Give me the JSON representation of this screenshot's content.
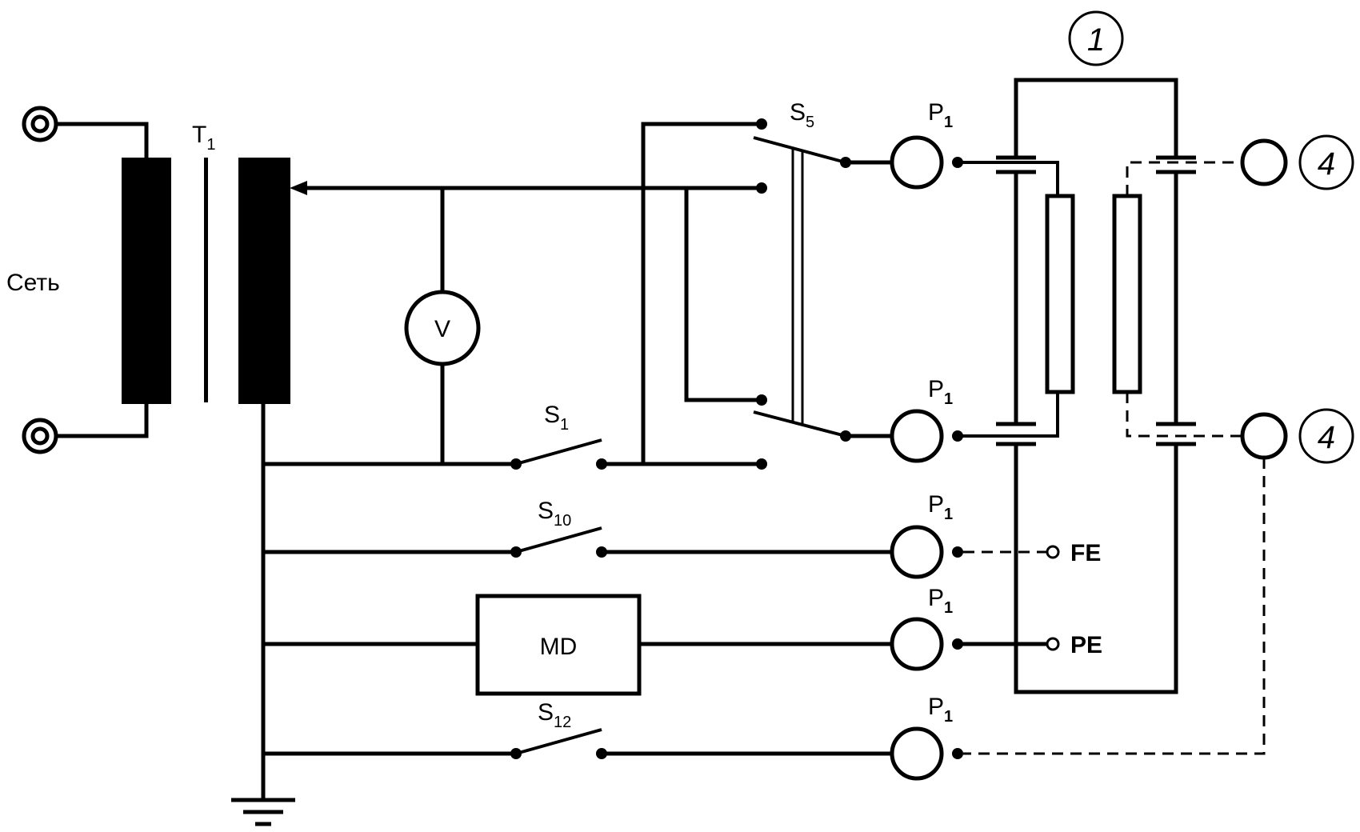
{
  "mains_label": "Сеть",
  "transformer": {
    "name": "T",
    "sub": "1"
  },
  "voltmeter": "V",
  "switches": {
    "s1": {
      "name": "S",
      "sub": "1"
    },
    "s5": {
      "name": "S",
      "sub": "5"
    },
    "s10": {
      "name": "S",
      "sub": "10"
    },
    "s12": {
      "name": "S",
      "sub": "12"
    }
  },
  "probe": {
    "name": "P",
    "sub": "1"
  },
  "md_label": "MD",
  "terminals": {
    "fe": "FE",
    "pe": "PE"
  },
  "markers": {
    "equipment": "1",
    "part": "4"
  },
  "colors": {
    "ink": "#000000",
    "background": "#ffffff"
  }
}
